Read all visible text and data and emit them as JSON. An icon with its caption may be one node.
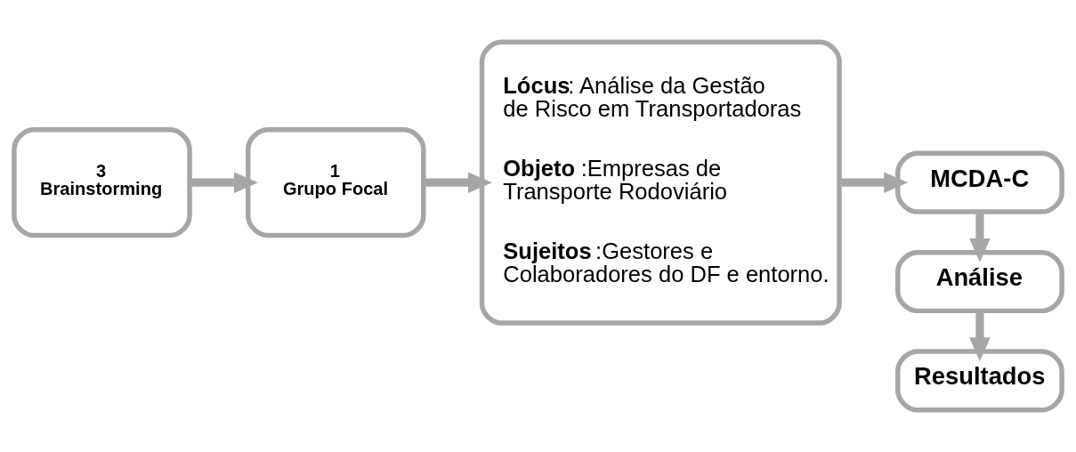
{
  "diagram": {
    "nodes": [
      {
        "text": [
          "3",
          "Brainstorming"
        ]
      },
      {
        "text": [
          "1",
          "Grupo Focal"
        ]
      },
      {
        "text": [
          "**Lócus**: Análise da Gestão de Risco em Transportadoras",
          "**Objeto** :Empresas de Transporte Rodoviário",
          "**Sujeitos** :Gestores e Colaboradores do DF e entorno."
        ]
      },
      {
        "text": [
          "MCDA-C"
        ]
      },
      {
        "text": [
          "Análise"
        ]
      },
      {
        "text": [
          "Resultados"
        ]
      }
    ],
    "edges": [
      {
        "from": 0,
        "to": 1,
        "arrow": "to"
      },
      {
        "from": 1,
        "to": 2,
        "arrow": "to"
      },
      {
        "from": 2,
        "to": 3,
        "arrow": "to"
      },
      {
        "from": 3,
        "to": 4,
        "arrow": "to"
      },
      {
        "from": 4,
        "to": 5,
        "arrow": "to"
      }
    ]
  }
}
